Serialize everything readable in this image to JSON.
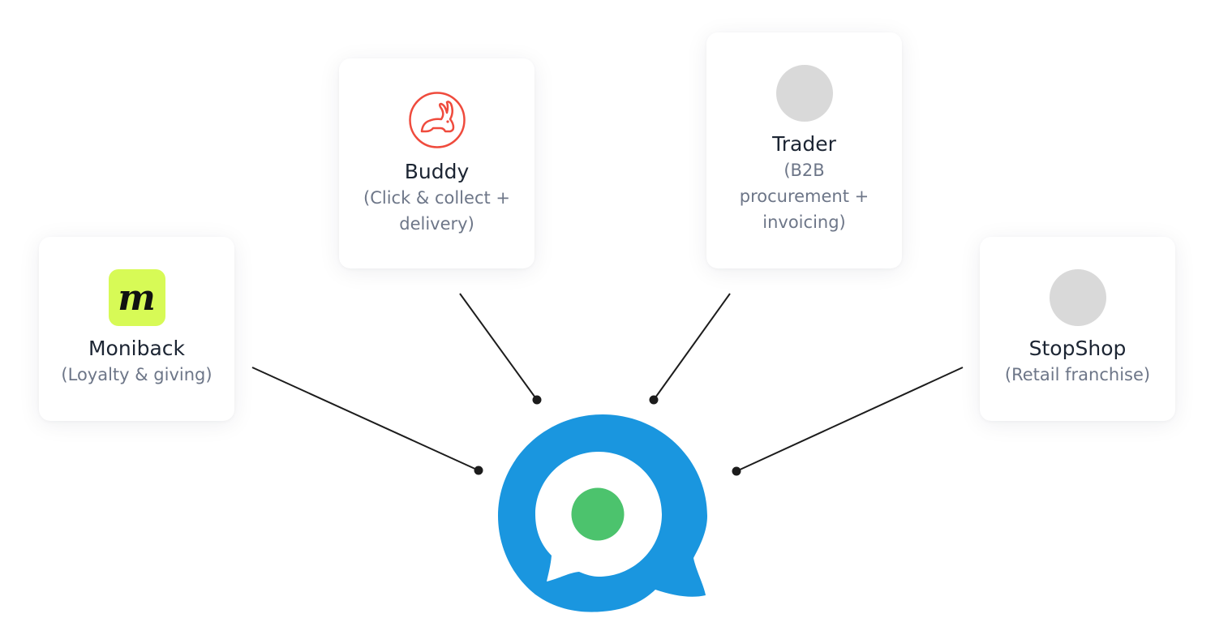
{
  "nodes": {
    "buddy": {
      "name": "Buddy",
      "desc_lines": [
        "(Click & collect +",
        "delivery)"
      ]
    },
    "trader": {
      "name": "Trader",
      "desc_lines": [
        "(B2B",
        "procurement +",
        "invoicing)"
      ]
    },
    "moniback": {
      "name": "Moniback",
      "desc_lines": [
        "(Loyalty & giving)"
      ],
      "logo_letter": "m"
    },
    "stopshop": {
      "name": "StopShop",
      "desc_lines": [
        "(Retail franchise)"
      ]
    }
  },
  "colors": {
    "hub_blue": "#1a96df",
    "hub_green": "#4cc36d",
    "buddy_red": "#ef4b3d",
    "moniback_yellow": "#d7fa56",
    "placeholder_grey": "#d9d9d9",
    "connector": "#1c1c1c"
  },
  "icons": {
    "buddy": "rabbit-icon",
    "moniback": "moniback-m-logo",
    "trader": "placeholder-logo",
    "stopshop": "placeholder-logo",
    "hub": "chat-bubble-logo"
  }
}
